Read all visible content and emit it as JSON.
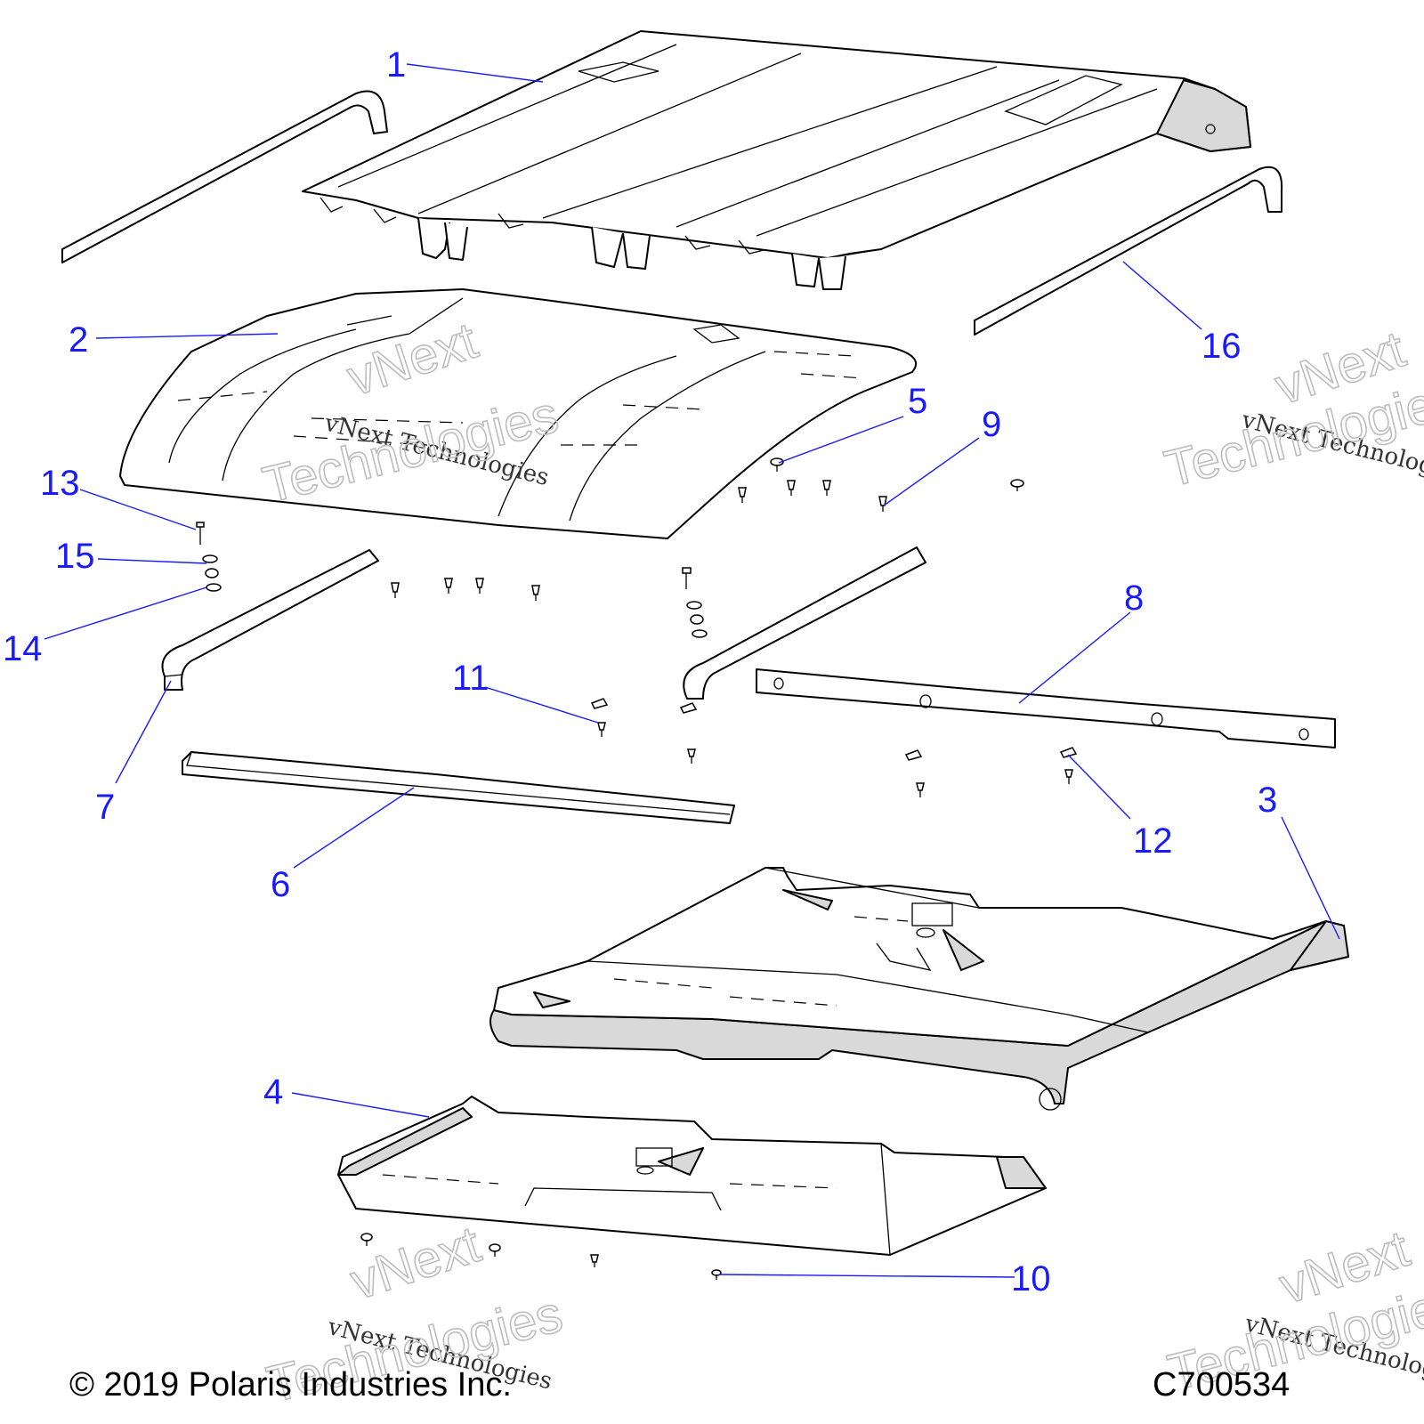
{
  "callouts": [
    {
      "number": "1",
      "part": "roof-top"
    },
    {
      "number": "2",
      "part": "roof-panel"
    },
    {
      "number": "3",
      "part": "headliner"
    },
    {
      "number": "4",
      "part": "inner-liner"
    },
    {
      "number": "5",
      "part": "push-rivet"
    },
    {
      "number": "6",
      "part": "front-seal"
    },
    {
      "number": "7",
      "part": "left-seal"
    },
    {
      "number": "8",
      "part": "rear-bracket"
    },
    {
      "number": "9",
      "part": "screw"
    },
    {
      "number": "10",
      "part": "liner-screw"
    },
    {
      "number": "11",
      "part": "screw-clip"
    },
    {
      "number": "12",
      "part": "screw-clip"
    },
    {
      "number": "13",
      "part": "bolt"
    },
    {
      "number": "14",
      "part": "nut"
    },
    {
      "number": "15",
      "part": "washer"
    },
    {
      "number": "16",
      "part": "right-seal"
    }
  ],
  "watermarks": [
    {
      "serif": "vNext Technologies",
      "outline_top": "vNext",
      "outline_bottom": "Technologies"
    },
    {
      "serif": "vNext Technologies",
      "outline_top": "vNext",
      "outline_bottom": "Technologies"
    },
    {
      "serif": "vNext Technologies",
      "outline_top": "vNext",
      "outline_bottom": "Technologies"
    },
    {
      "serif": "vNext Technologies",
      "outline_top": "vNext",
      "outline_bottom": "Technologies"
    }
  ],
  "footer": {
    "copyright": "© 2019 Polaris Industries Inc.",
    "diagram_id": "C700534"
  },
  "colors": {
    "callout": "#1a1aff",
    "line": "#000000",
    "shade": "#d9d9d9"
  }
}
